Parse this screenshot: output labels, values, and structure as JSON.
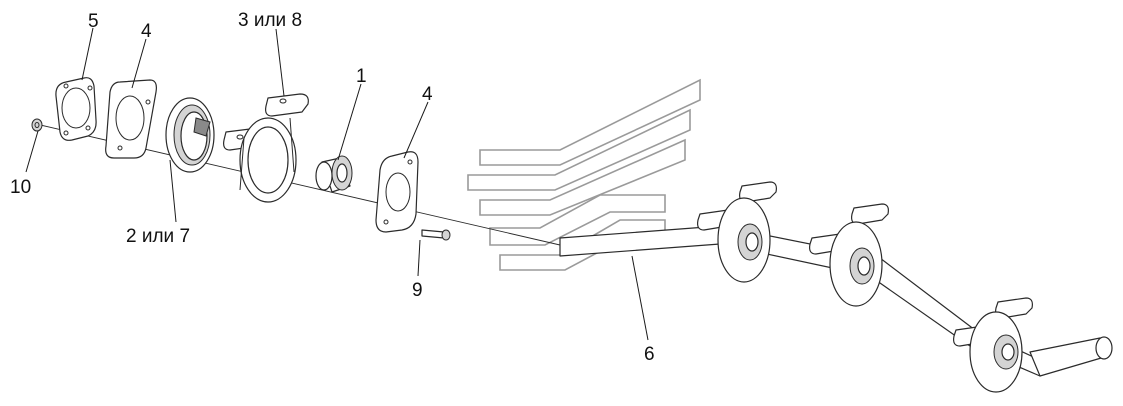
{
  "callouts": {
    "c1": "1",
    "c2": "2 или 7",
    "c3": "3 или 8",
    "c4a": "4",
    "c4b": "4",
    "c5": "5",
    "c6": "6",
    "c9": "9",
    "c10": "10"
  },
  "colors": {
    "line": "#2b2b2b",
    "shade": "#d4d4d4",
    "watermark": "#9a9a9a"
  }
}
